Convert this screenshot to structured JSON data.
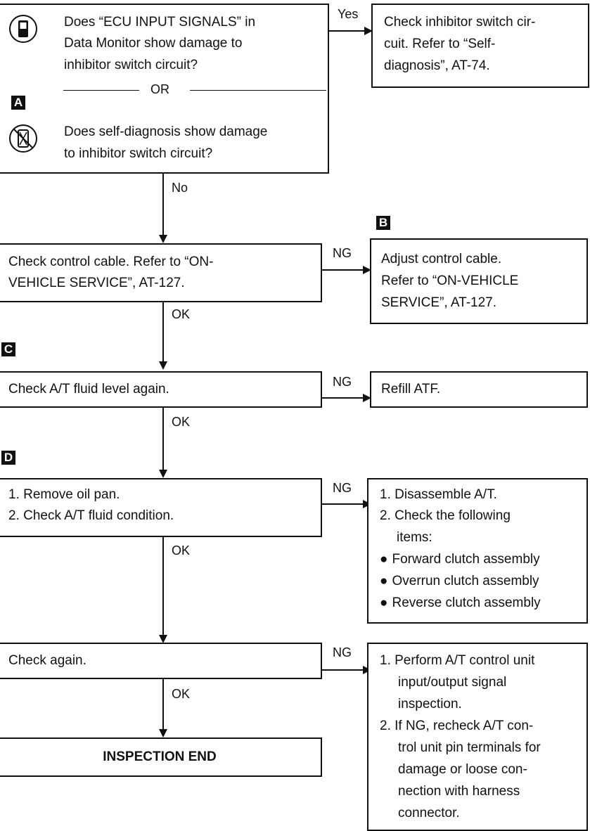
{
  "box1": {
    "q1_lines": [
      "Does “ECU INPUT SIGNALS” in",
      "Data Monitor show damage to",
      "inhibitor switch circuit?"
    ],
    "or": "OR",
    "q2_lines": [
      "Does self-diagnosis show damage",
      "to inhibitor switch circuit?"
    ],
    "badge": "A",
    "yes": "Yes",
    "no": "No",
    "side_lines": [
      "Check inhibitor switch cir-",
      "cuit. Refer to “Self-",
      "diagnosis”, AT-74."
    ]
  },
  "box2": {
    "badge": "B",
    "lines": [
      "Check control cable. Refer to “ON-",
      "VEHICLE SERVICE”, AT-127."
    ],
    "ng": "NG",
    "ok": "OK",
    "side_lines": [
      "Adjust control cable.",
      "Refer to “ON-VEHICLE",
      "SERVICE”, AT-127."
    ]
  },
  "box3": {
    "badge": "C",
    "lines": [
      "Check A/T fluid level again."
    ],
    "ng": "NG",
    "ok": "OK",
    "side_lines": [
      "Refill ATF."
    ]
  },
  "box4": {
    "badge": "D",
    "lines": [
      "1. Remove oil pan.",
      "2. Check A/T fluid condition."
    ],
    "ng": "NG",
    "ok": "OK",
    "side_lines": [
      "1. Disassemble A/T.",
      "2. Check the following",
      "items:"
    ],
    "side_bullets": [
      "Forward clutch assembly",
      "Overrun clutch assembly",
      "Reverse clutch assembly"
    ]
  },
  "box5": {
    "lines": [
      "Check again."
    ],
    "ng": "NG",
    "ok": "OK",
    "side_lines": [
      "1. Perform A/T control unit",
      "input/output signal",
      "inspection.",
      "2. If NG, recheck A/T con-",
      "trol unit pin terminals for",
      "damage or loose con-",
      "nection with harness",
      "connector."
    ]
  },
  "end": {
    "label": "INSPECTION END"
  }
}
